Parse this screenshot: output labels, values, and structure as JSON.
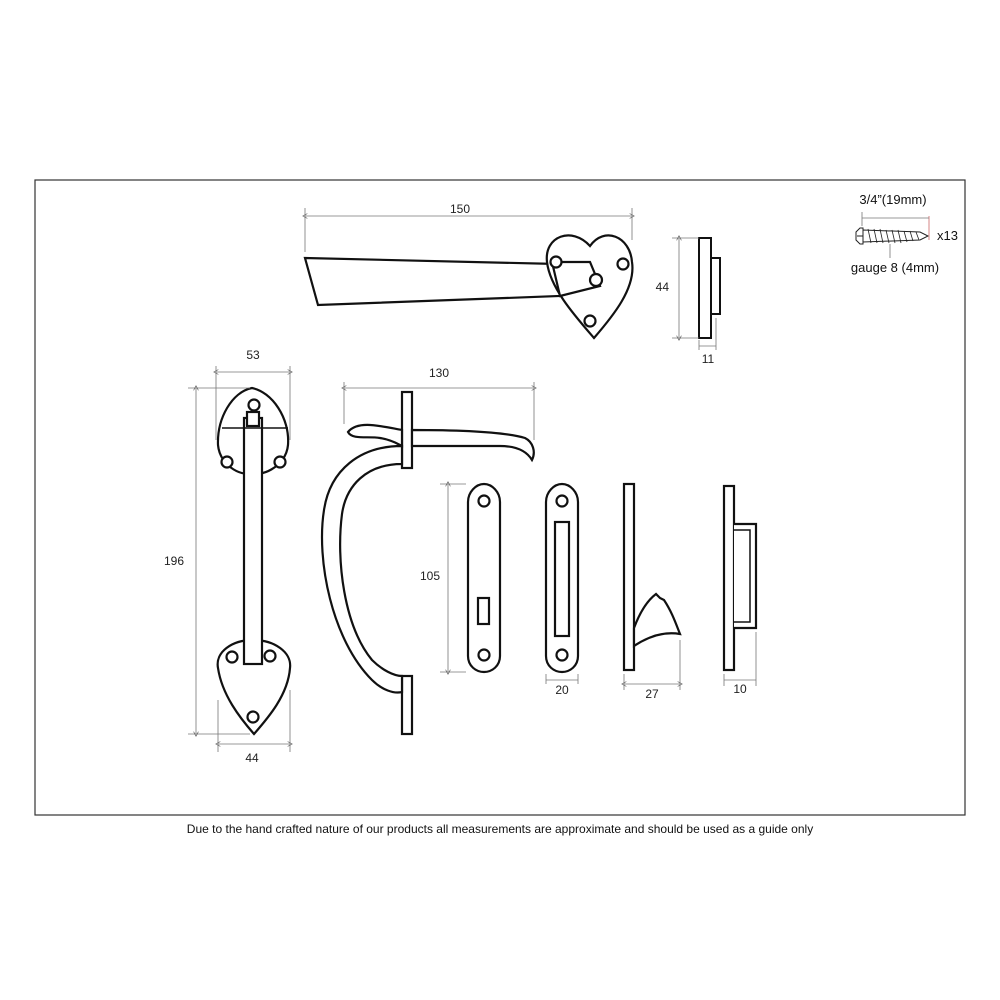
{
  "dimensions": {
    "lever_length": "150",
    "keep_height": "44",
    "keep_depth": "11",
    "handle_top_width": "53",
    "handle_height": "196",
    "handle_bottom_width": "44",
    "thumb_length": "130",
    "plate_height": "105",
    "plate_width": "20",
    "staple_depth": "27",
    "keep2_depth": "10"
  },
  "screw": {
    "length_label": "3/4”(19mm)",
    "quantity": "x13",
    "gauge_label": "gauge 8 (4mm)"
  },
  "caption": "Due to the hand crafted nature of our products all measurements are approximate and should be used as a guide only"
}
